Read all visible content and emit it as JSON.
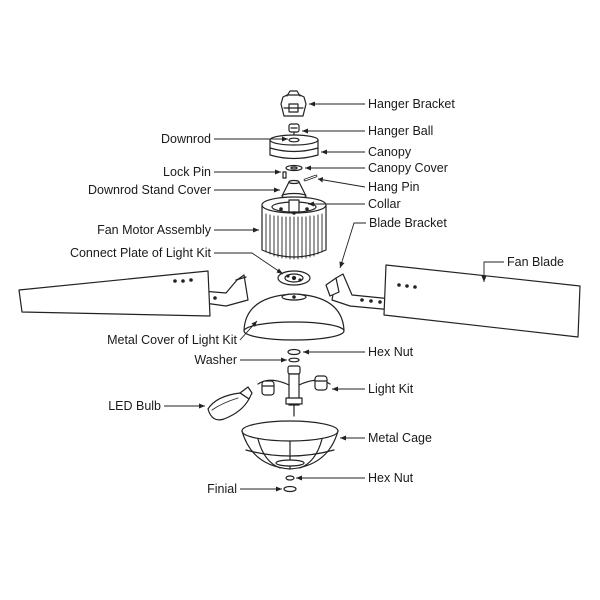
{
  "labels": {
    "hanger_bracket": "Hanger Bracket",
    "hanger_ball": "Hanger Ball",
    "downrod": "Downrod",
    "canopy": "Canopy",
    "lock_pin": "Lock Pin",
    "canopy_cover": "Canopy Cover",
    "downrod_stand_cover": "Downrod Stand Cover",
    "hang_pin": "Hang Pin",
    "collar": "Collar",
    "fan_motor_assembly": "Fan Motor Assembly",
    "blade_bracket": "Blade Bracket",
    "connect_plate": "Connect Plate of Light Kit",
    "fan_blade": "Fan Blade",
    "metal_cover": "Metal Cover of Light Kit",
    "hex_nut_upper": "Hex Nut",
    "washer": "Washer",
    "light_kit": "Light Kit",
    "led_bulb": "LED Bulb",
    "metal_cage": "Metal Cage",
    "hex_nut_lower": "Hex Nut",
    "finial": "Finial"
  },
  "colors": {
    "line": "#222222",
    "text": "#1a1a1a",
    "background": "#ffffff"
  }
}
